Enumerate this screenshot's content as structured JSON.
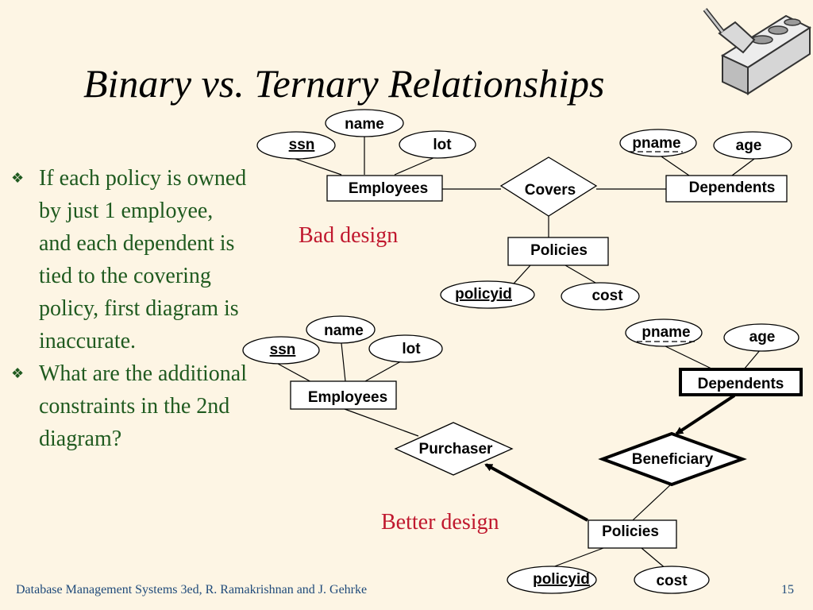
{
  "title": "Binary vs. Ternary Relationships",
  "bullets": [
    "If each policy is owned by just 1 employee, and each dependent is tied to the covering policy, first diagram is inaccurate.",
    "What are the additional constraints in the 2nd diagram?"
  ],
  "bullet_icon": "four-diamond-bullet-icon",
  "bad_design_label": "Bad design",
  "better_design_label": "Better design",
  "diagram1": {
    "entities": {
      "employees": "Employees",
      "dependents": "Dependents",
      "policies": "Policies"
    },
    "relationship": "Covers",
    "attributes": {
      "name": "name",
      "ssn": "ssn",
      "lot": "lot",
      "pname": "pname",
      "age": "age",
      "policyid": "policyid",
      "cost": "cost"
    }
  },
  "diagram2": {
    "entities": {
      "employees": "Employees",
      "dependents": "Dependents",
      "policies": "Policies"
    },
    "relationships": {
      "purchaser": "Purchaser",
      "beneficiary": "Beneficiary"
    },
    "attributes": {
      "name": "name",
      "ssn": "ssn",
      "lot": "lot",
      "pname": "pname",
      "age": "age",
      "policyid": "policyid",
      "cost": "cost"
    }
  },
  "footer": "Database Management Systems 3ed,  R. Ramakrishnan and J. Gehrke",
  "page_number": "15",
  "logo": "trowel-and-brick-logo",
  "colors": {
    "background": "#fdf5e4",
    "bullet_text": "#1f5a1f",
    "design_label": "#c0182e",
    "footer_text": "#1f4a7a"
  }
}
